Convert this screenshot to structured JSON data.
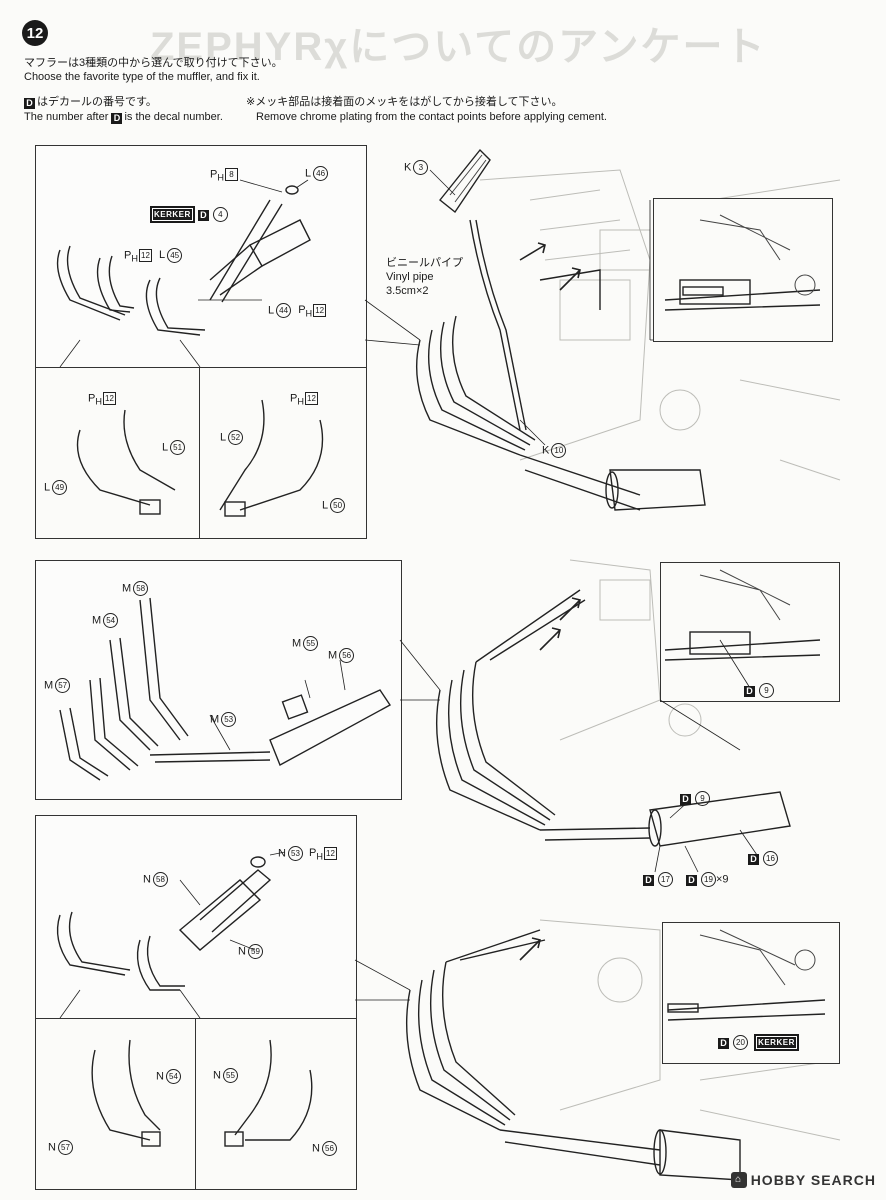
{
  "step": "12",
  "ghost_title": "ZEPHYRχについてのアンケート",
  "intro": {
    "jp": "マフラーは3種類の中から選んで取り付けて下さい。",
    "en": "Choose the favorite type of the muffler, and fix it."
  },
  "decal_note": {
    "jp": "はデカールの番号です。",
    "en_before": "The number after",
    "en_after": "is the decal number.",
    "d": "D"
  },
  "chrome_note": {
    "jp": "※メッキ部品は接着面のメッキをはがしてから接着して下さい。",
    "en": "Remove chrome plating from the contact points before applying cement."
  },
  "section1": {
    "ph8": "P",
    "ph8_sub": "H",
    "ph8_num": "8",
    "l46": "L",
    "l46_num": "46",
    "kerker": "KERKER",
    "d4": "D",
    "d4_num": "4",
    "ph12a": "P",
    "ph12a_sub": "H",
    "ph12a_num": "12",
    "l45": "L",
    "l45_num": "45",
    "l44": "L",
    "l44_num": "44",
    "ph12b": "P",
    "ph12b_sub": "H",
    "ph12b_num": "12",
    "k3": "K",
    "k3_num": "3",
    "vinyl_jp": "ビニールパイプ",
    "vinyl_en": "Vinyl pipe",
    "vinyl_size": "3.5cm×2",
    "k10": "K",
    "k10_num": "10",
    "left_inset": {
      "ph": "P",
      "ph_sub": "H",
      "ph_num": "12",
      "l51": "L",
      "l51_num": "51",
      "l49": "L",
      "l49_num": "49"
    },
    "right_inset": {
      "ph": "P",
      "ph_sub": "H",
      "ph_num": "12",
      "l52": "L",
      "l52_num": "52",
      "l50": "L",
      "l50_num": "50"
    }
  },
  "section2": {
    "m58": "M",
    "m58_num": "58",
    "m54": "M",
    "m54_num": "54",
    "m55": "M",
    "m55_num": "55",
    "m56": "M",
    "m56_num": "56",
    "m57": "M",
    "m57_num": "57",
    "m53": "M",
    "m53_num": "53",
    "d9a": "D",
    "d9a_num": "9",
    "d9b": "D",
    "d9b_num": "9",
    "d16": "D",
    "d16_num": "16",
    "d17": "D",
    "d17_num": "17",
    "d19": "D",
    "d19_num": "19",
    "d19_mult": "×9"
  },
  "section3": {
    "n53": "N",
    "n53_num": "53",
    "ph12": "P",
    "ph12_sub": "H",
    "ph12_num": "12",
    "n58": "N",
    "n58_num": "58",
    "n59": "N",
    "n59_num": "59",
    "left_inset": {
      "n54": "N",
      "n54_num": "54",
      "n57": "N",
      "n57_num": "57"
    },
    "right_inset": {
      "n55": "N",
      "n55_num": "55",
      "n56": "N",
      "n56_num": "56"
    },
    "d20": "D",
    "d20_num": "20",
    "kerker": "KERKER"
  },
  "watermark": "HOBBY SEARCH"
}
